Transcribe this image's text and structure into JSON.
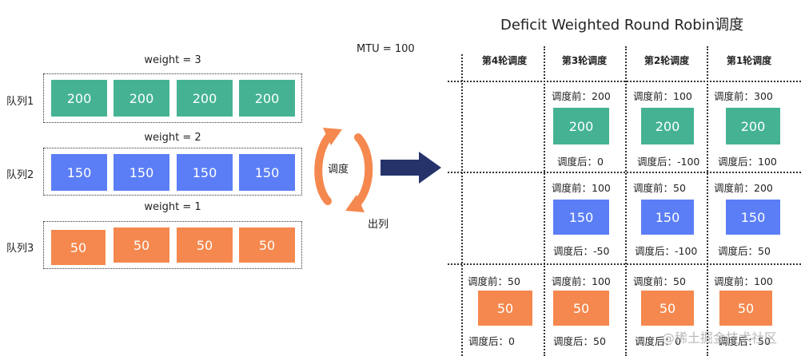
{
  "colors": {
    "green": "#45b393",
    "blue": "#5b7ef6",
    "orange": "#f5884e",
    "arrow": "#26336b"
  },
  "mtu": "MTU = 100",
  "title": "Deficit Weighted Round Robin调度",
  "cycle": {
    "label": "调度",
    "out_label": "出列"
  },
  "queues": [
    {
      "label": "队列1",
      "weight": "weight = 3",
      "packets": [
        "200",
        "200",
        "200",
        "200"
      ],
      "color": "green"
    },
    {
      "label": "队列2",
      "weight": "weight = 2",
      "packets": [
        "150",
        "150",
        "150",
        "150"
      ],
      "color": "blue"
    },
    {
      "label": "队列3",
      "weight": "weight = 1",
      "packets": [
        "50",
        "50",
        "50",
        "50"
      ],
      "color": "orange"
    }
  ],
  "rounds": [
    "第4轮调度",
    "第3轮调度",
    "第2轮调度",
    "第1轮调度"
  ],
  "grid": {
    "row1": {
      "r3": {
        "before": "调度前：200",
        "packet": "200",
        "after": "调度后：0"
      },
      "r2": {
        "before": "调度前：100",
        "packet": "200",
        "after": "调度后：-100"
      },
      "r1": {
        "before": "调度前：300",
        "packet": "200",
        "after": "调度后：100"
      }
    },
    "row2": {
      "r3": {
        "before": "调度前：100",
        "packet": "150",
        "after": "调度后：-50"
      },
      "r2": {
        "before": "调度前：50",
        "packet": "150",
        "after": "调度后：-100"
      },
      "r1": {
        "before": "调度前：200",
        "packet": "150",
        "after": "调度后：50"
      }
    },
    "row3": {
      "r4": {
        "before": "调度前：50",
        "packet": "50",
        "after": "调度后：0"
      },
      "r3": {
        "before": "调度前：100",
        "packet": "50",
        "after": "调度后：50"
      },
      "r2": {
        "before": "调度前：50",
        "packet": "50",
        "after": "调度后：0"
      },
      "r1": {
        "before": "调度前：100",
        "packet": "50",
        "after": "调度后：50"
      }
    }
  },
  "watermark": "@稀土掘金技术社区"
}
